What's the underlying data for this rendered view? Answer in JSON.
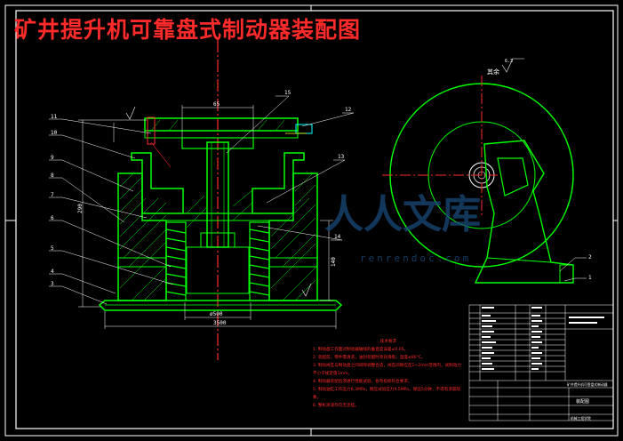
{
  "title": "矿井提升机可靠盘式制动器装配图",
  "callouts_left": [
    "11",
    "10",
    "9",
    "8",
    "7",
    "6",
    "5",
    "4",
    "3"
  ],
  "callout_top_mid": "15",
  "callout_right_1": "12",
  "callout_right_2": "13",
  "callout_right_3": "14",
  "dim_top": "65",
  "dim_height": "290",
  "dim_bore": "ø500",
  "dim_base": "3500",
  "dim_side": "140",
  "roughness_label": "其余",
  "roughness_val": "6.3",
  "side_labels": [
    "2",
    "1"
  ],
  "notes_heading": "技术要求",
  "notes": [
    "1. 制动盘工作面对制动器轴线的垂直度误差≤0.05。",
    "2. 装配前，零件需清洗，油封装配时涂润滑脂，温度≤80°C。",
    "3. 制动闸瓦与制动盘之间间隙调整合适，闸瓦间隙应在1~2mm范围内，试制动力不小于规定值1mm。",
    "4. 制动器装配后须进行性能试验，各项指标符合要求。",
    "5. 制动油缸工作压力6.3MPa，耐压试验压力9.5MPa，保压5分钟，不得有渗漏现象。",
    "6. 整机涂漆均匀无流挂。"
  ],
  "titleblock": {
    "name": "矿井提升机可靠盘式制动器",
    "drawing": "装配图",
    "school": "机械工程学院"
  },
  "watermark": "人人文库",
  "watermark_sub": "renrendoc.com",
  "colors": {
    "outline": "#ffffff",
    "part": "#00ff00",
    "center": "#ff2a2a",
    "dim": "#ffffff",
    "leader": "#ffffff",
    "cyan": "#00ffff",
    "yellow": "#ffff00"
  }
}
